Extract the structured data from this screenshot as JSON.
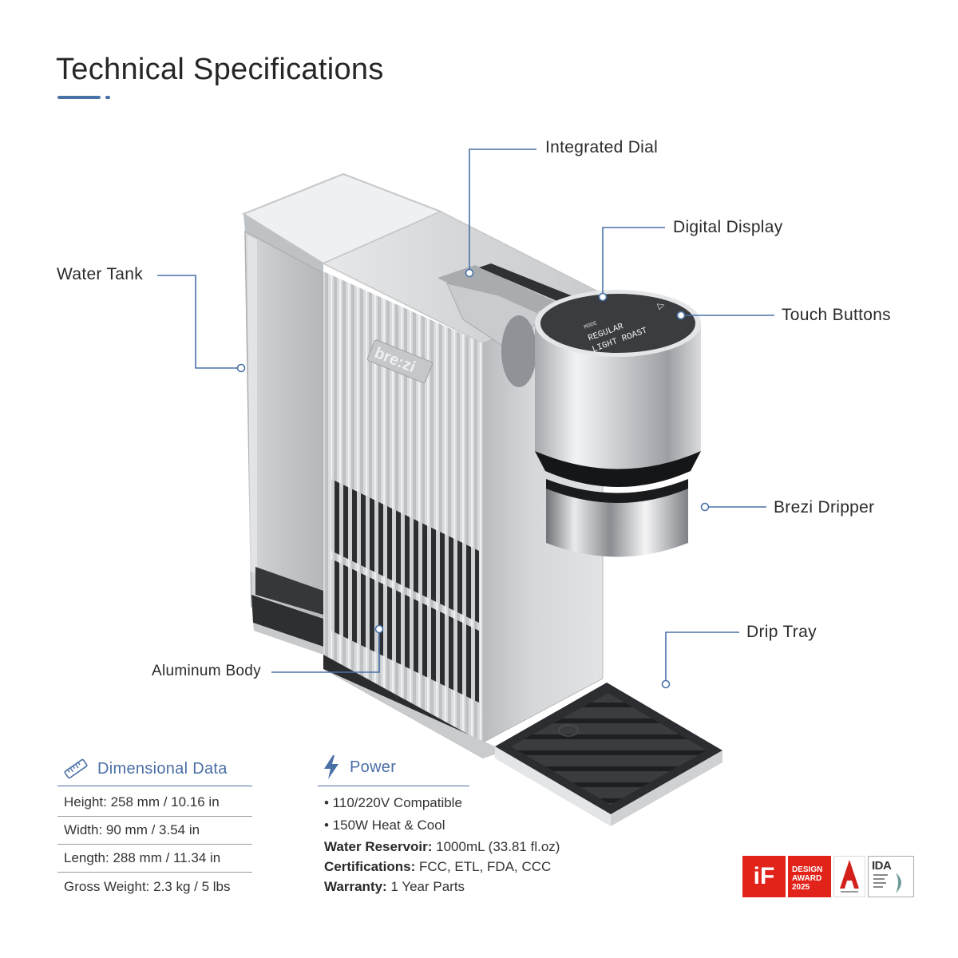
{
  "title": "Technical Specifications",
  "accent_color": "#4a72a8",
  "callouts": {
    "integrated_dial": "Integrated Dial",
    "digital_display": "Digital Display",
    "water_tank": "Water Tank",
    "touch_buttons": "Touch Buttons",
    "brezi_dripper": "Brezi Dripper",
    "drip_tray": "Drip Tray",
    "aluminum_body": "Aluminum Body"
  },
  "product": {
    "brand_logo": "bre:zi",
    "display_mode": "MODE",
    "display_line1": "REGULAR",
    "display_line2": "LIGHT ROAST"
  },
  "dimensional": {
    "heading": "Dimensional Data",
    "icon": "ruler-icon",
    "rows": [
      "Height: 258 mm / 10.16 in",
      "Width: 90 mm / 3.54 in",
      "Length: 288 mm / 11.34 in",
      "Gross Weight: 2.3 kg / 5 lbs"
    ]
  },
  "power": {
    "heading": "Power",
    "icon": "lightning-bolt-icon",
    "bullets": [
      "• 110/220V Compatible",
      "• 150W Heat & Cool"
    ],
    "specs": [
      {
        "label": "Water Reservoir:",
        "value": " 1000mL (33.81 fl.oz)"
      },
      {
        "label": "Certifications:",
        "value": " FCC, ETL, FDA, CCC"
      },
      {
        "label": "Warranty:",
        "value": " 1 Year Parts"
      }
    ]
  },
  "awards": {
    "if_label": "iF",
    "design_award_line1": "DESIGN",
    "design_award_line2": "AWARD",
    "design_award_year": "2025",
    "ida_label": "IDA"
  }
}
